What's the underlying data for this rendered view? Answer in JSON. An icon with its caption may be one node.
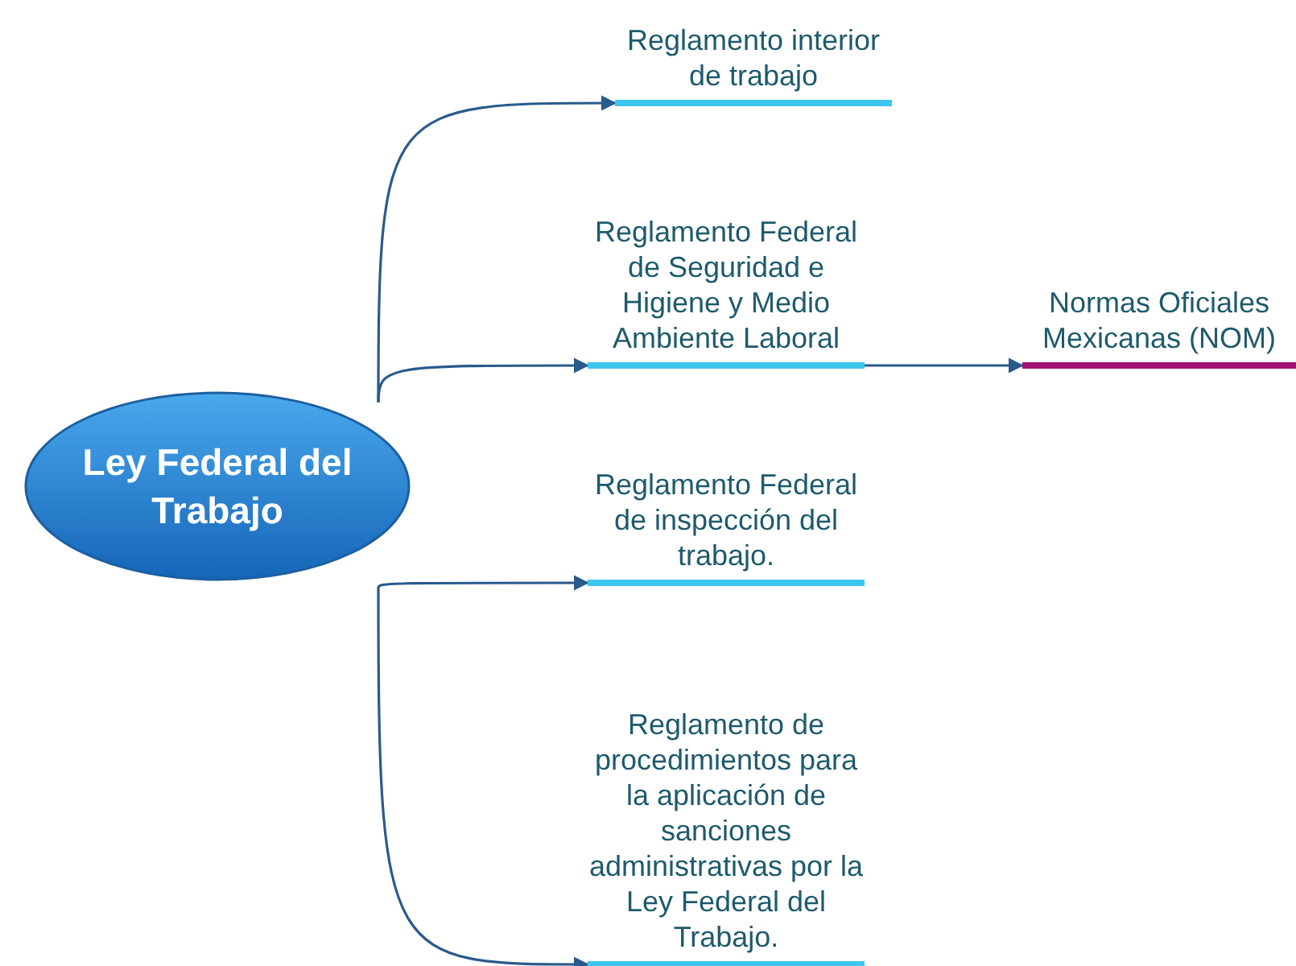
{
  "diagram": {
    "nodes": [
      {
        "text": [
          "Ley Federal del Trabajo"
        ]
      },
      {
        "text": [
          "Reglamento interior de trabajo"
        ]
      },
      {
        "text": [
          "Reglamento Federal de Seguridad e Higiene y Medio Ambiente Laboral"
        ]
      },
      {
        "text": [
          "Normas Oficiales Mexicanas (NOM)"
        ]
      },
      {
        "text": [
          "Reglamento Federal de inspección del trabajo."
        ]
      },
      {
        "text": [
          "Reglamento de procedimientos para la aplicación de sanciones administrativas por la Ley Federal del Trabajo."
        ]
      }
    ],
    "edges": [
      {
        "from": 0,
        "to": 1,
        "arrow": "to"
      },
      {
        "from": 0,
        "to": 2,
        "arrow": "to"
      },
      {
        "from": 2,
        "to": 3,
        "arrow": "to"
      },
      {
        "from": 0,
        "to": 4,
        "arrow": "to"
      },
      {
        "from": 0,
        "to": 5,
        "arrow": "to"
      }
    ]
  }
}
